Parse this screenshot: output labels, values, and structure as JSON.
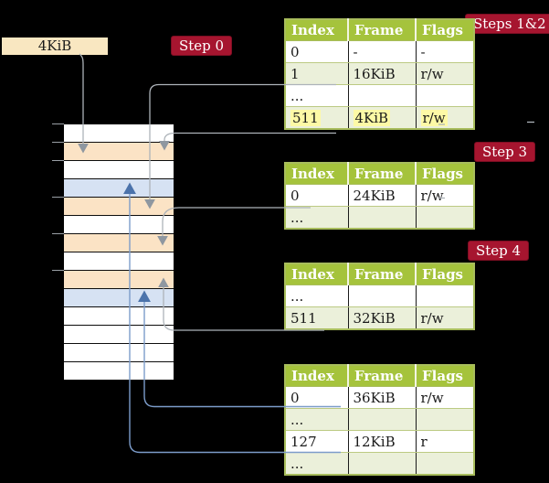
{
  "labels": {
    "frame_box": "4KiB",
    "step0": "Step 0",
    "steps12": "Steps 1&2",
    "step3": "Step 3",
    "step4": "Step 4"
  },
  "colors": {
    "background": "#000000",
    "badge_red": "#a6152f",
    "table_header_green": "#a5c33c",
    "table_border_olive": "#a8bd5c",
    "table_shaded_row_green": "#ebf0da",
    "highlight_yellow": "#fdf9a6",
    "stack_peach": "#fbe3c5",
    "stack_blue": "#d6e2f3",
    "frame_box_cream": "#f9e7c1",
    "gray_connector": "#adb3b9",
    "blue_connector": "#7c9cca"
  },
  "stack": {
    "rows": [
      "white",
      "peach",
      "white",
      "blue",
      "peach",
      "white",
      "peach",
      "white",
      "peach",
      "blue",
      "white",
      "white",
      "white",
      "white"
    ]
  },
  "tables": [
    {
      "name": "page-table-steps-1-2",
      "columns": [
        "Index",
        "Frame",
        "Flags"
      ],
      "rows": [
        {
          "cells": [
            "0",
            "-",
            "-"
          ],
          "shaded": false,
          "highlighted": false
        },
        {
          "cells": [
            "1",
            "16KiB",
            "r/w"
          ],
          "shaded": true,
          "highlighted": false
        },
        {
          "cells": [
            "...",
            "",
            ""
          ],
          "shaded": false,
          "highlighted": false
        },
        {
          "cells": [
            "511",
            "4KiB",
            "r/w"
          ],
          "shaded": true,
          "highlighted": true
        }
      ]
    },
    {
      "name": "page-table-step-3",
      "columns": [
        "Index",
        "Frame",
        "Flags"
      ],
      "rows": [
        {
          "cells": [
            "0",
            "24KiB",
            "r/w"
          ],
          "shaded": false,
          "highlighted": false
        },
        {
          "cells": [
            "...",
            "",
            ""
          ],
          "shaded": true,
          "highlighted": false
        }
      ]
    },
    {
      "name": "page-table-step-4",
      "columns": [
        "Index",
        "Frame",
        "Flags"
      ],
      "rows": [
        {
          "cells": [
            "...",
            "",
            ""
          ],
          "shaded": false,
          "highlighted": false
        },
        {
          "cells": [
            "511",
            "32KiB",
            "r/w"
          ],
          "shaded": true,
          "highlighted": false
        }
      ]
    },
    {
      "name": "page-table-leaf",
      "columns": [
        "Index",
        "Frame",
        "Flags"
      ],
      "rows": [
        {
          "cells": [
            "0",
            "36KiB",
            "r/w"
          ],
          "shaded": false,
          "highlighted": false
        },
        {
          "cells": [
            "...",
            "",
            ""
          ],
          "shaded": true,
          "highlighted": false
        },
        {
          "cells": [
            "127",
            "12KiB",
            "r"
          ],
          "shaded": false,
          "highlighted": false
        },
        {
          "cells": [
            "...",
            "",
            ""
          ],
          "shaded": true,
          "highlighted": false
        }
      ]
    }
  ]
}
